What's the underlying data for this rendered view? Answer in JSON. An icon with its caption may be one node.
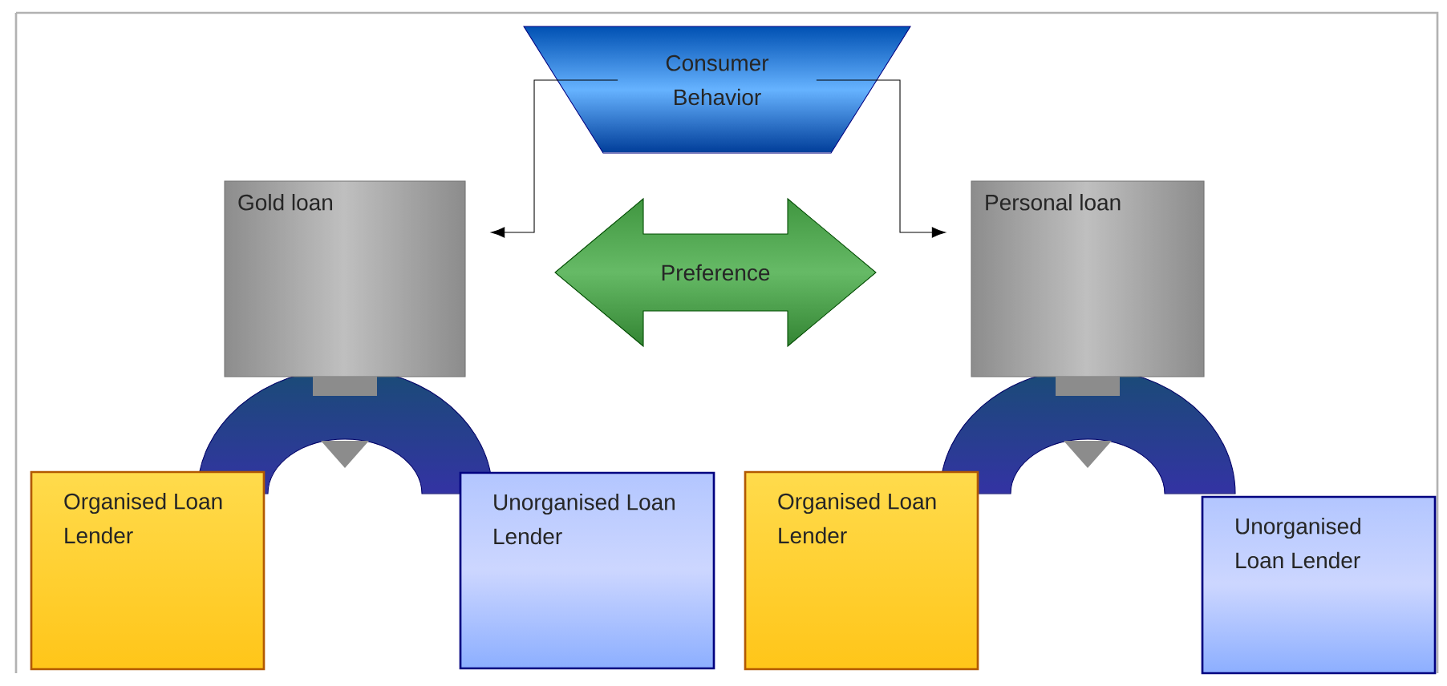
{
  "diagram": {
    "nodes": [
      {
        "text": [
          "Consumer Behavior"
        ]
      },
      {
        "text": [
          "Gold loan"
        ]
      },
      {
        "text": [
          "Preference"
        ]
      },
      {
        "text": [
          "Personal loan"
        ]
      },
      {
        "text": [
          "Organised Loan Lender"
        ]
      },
      {
        "text": [
          "Unorganised Loan Lender"
        ]
      },
      {
        "text": [
          "Organised Loan Lender"
        ]
      },
      {
        "text": [
          "Unorganised Loan Lender"
        ]
      }
    ],
    "edges": [
      {
        "from": 0,
        "to": 1,
        "arrow": "to"
      },
      {
        "from": 0,
        "to": 3,
        "arrow": "to"
      }
    ]
  }
}
